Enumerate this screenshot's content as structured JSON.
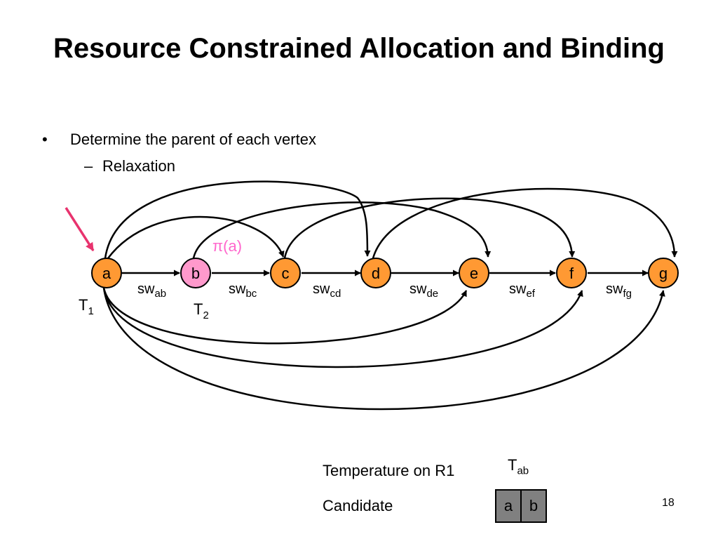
{
  "title": "Resource Constrained Allocation and Binding",
  "bullets": {
    "symbol": "•",
    "main": "Determine the parent of each vertex",
    "sub_symbol": "–",
    "sub": "Relaxation"
  },
  "graph": {
    "nodes": [
      {
        "id": "a",
        "label": "a",
        "color": "#FF9933"
      },
      {
        "id": "b",
        "label": "b",
        "color": "#FF99CC"
      },
      {
        "id": "c",
        "label": "c",
        "color": "#FF9933"
      },
      {
        "id": "d",
        "label": "d",
        "color": "#FF9933"
      },
      {
        "id": "e",
        "label": "e",
        "color": "#FF9933"
      },
      {
        "id": "f",
        "label": "f",
        "color": "#FF9933"
      },
      {
        "id": "g",
        "label": "g",
        "color": "#FF9933"
      }
    ],
    "edge_labels": [
      {
        "base": "sw",
        "sub": "ab"
      },
      {
        "base": "sw",
        "sub": "bc"
      },
      {
        "base": "sw",
        "sub": "cd"
      },
      {
        "base": "sw",
        "sub": "de"
      },
      {
        "base": "sw",
        "sub": "ef"
      },
      {
        "base": "sw",
        "sub": "fg"
      }
    ],
    "t1": {
      "base": "T",
      "sub": "1"
    },
    "t2": {
      "base": "T",
      "sub": "2"
    },
    "parent_label": "π(a)",
    "parent_color": "#FF66CC",
    "arrow_color": "#E8336E"
  },
  "legend": {
    "temperature": "Temperature on R1",
    "candidate": "Candidate",
    "tab_base": "T",
    "tab_sub": "ab",
    "cells": [
      "a",
      "b"
    ]
  },
  "page_number": "18"
}
